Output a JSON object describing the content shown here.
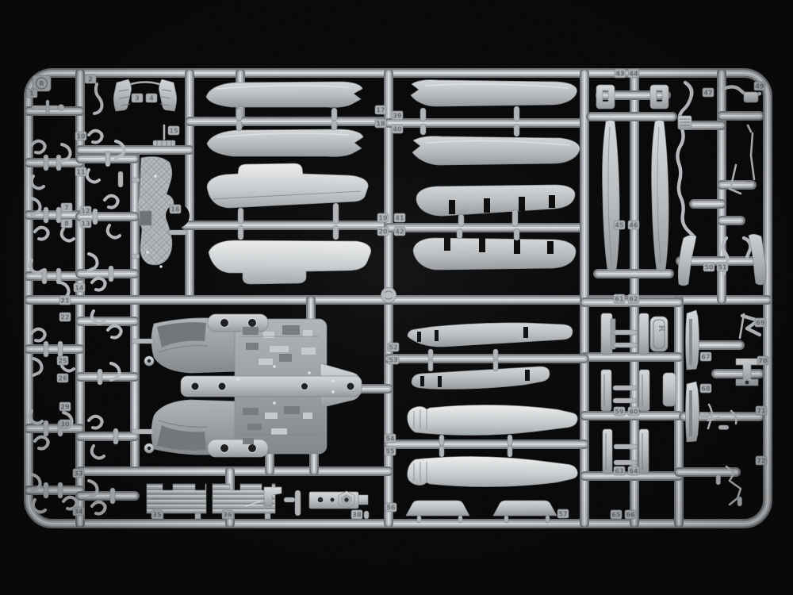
{
  "meta": {
    "subject": "Injection-molded model kit sprue (runner) of light grey polystyrene aircraft parts photographed on a black background",
    "frame_letter": "R"
  },
  "colors": {
    "background": "#050505",
    "runner_shadow": "#73777b",
    "runner_mid": "#b4b8bc",
    "runner_highlight": "#e2e4e6",
    "part_light": "#d7dadc",
    "part_mid": "#b7bbbf",
    "part_dark": "#84898d",
    "tag_fill": "#aeb2b6",
    "tag_text": "#686d72"
  },
  "parts_legend": {
    "large_center_part": "detailed lower-fuselage / landing-gear-bay casting",
    "long_top_parts": "drop-tank and fairing halves",
    "left_columns": "small landing-gear and linkage parts",
    "bottom_panels": "louvered vent panels",
    "right_side": "gear doors, struts, rails and antenna rods"
  },
  "tags": {
    "r_corner": "R",
    "r_part": "R",
    "n1": "1",
    "n2": "2",
    "n3": "3",
    "n4": "4",
    "n7": "7",
    "n8": "8",
    "n10": "10",
    "n11": "11",
    "n12": "12",
    "n13": "13",
    "n14": "14",
    "n15": "15",
    "n16": "16",
    "n17": "17",
    "n18": "18",
    "n19": "19",
    "n20": "20",
    "n21": "21",
    "n22": "22",
    "n25": "25",
    "n26": "26",
    "n29": "29",
    "n30": "30",
    "n33": "33",
    "n34": "34",
    "n35": "35",
    "n36": "36",
    "n38": "38",
    "n39": "39",
    "n40": "40",
    "n41": "41",
    "n42": "42",
    "n43": "43",
    "n44": "44",
    "n45": "45",
    "n46": "46",
    "n47": "47",
    "n49": "49",
    "n50": "50",
    "n51": "51",
    "n52": "52",
    "n53": "53",
    "n54": "54",
    "n55": "55",
    "n56": "56",
    "n57": "57",
    "n59": "59",
    "n60": "60",
    "n61": "61",
    "n62": "62",
    "n63": "63",
    "n64": "64",
    "n65": "65",
    "n66": "66",
    "n67": "67",
    "n68": "68",
    "n69": "69",
    "n70": "70",
    "n71": "71",
    "n72": "72"
  }
}
